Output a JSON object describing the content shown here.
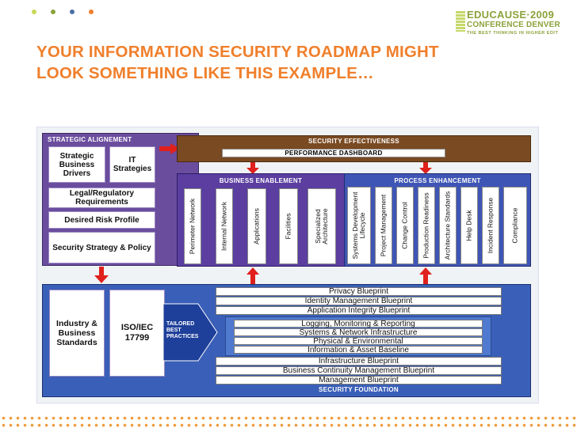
{
  "header": {
    "title": "YOUR INFORMATION SECURITY ROADMAP MIGHT LOOK SOMETHING LIKE THIS EXAMPLE…",
    "dot_colors": [
      "#c8d85a",
      "#8ba23a",
      "#4a6fa5",
      "#f07f2b"
    ]
  },
  "logo": {
    "name": "EDUCAUSE",
    "year": "2009",
    "event": "CONFERENCE",
    "city": "DENVER",
    "tagline": "THE BEST THINKING IN HIGHER EDIT"
  },
  "diagram": {
    "strategic": {
      "header": "STRATEGIC ALIGNEMENT",
      "drivers": "Strategic Business Drivers",
      "it": "IT Strategies",
      "legal": "Legal/Regulatory Requirements",
      "risk": "Desired Risk Profile",
      "policy": "Security Strategy & Policy"
    },
    "effectiveness": {
      "header": "SECURITY EFFECTIVENESS",
      "dashboard": "PERFORMANCE DASHBOARD"
    },
    "business": {
      "header": "BUSINESS ENABLEMENT",
      "items": [
        "Perimeter Network",
        "Internal Network",
        "Applications",
        "Facilities",
        "Specialized Architecture"
      ]
    },
    "process": {
      "header": "PROCESS ENHANCEMENT",
      "items": [
        "Systems Development Lifecycle",
        "Project Management",
        "Change Control",
        "Production Readiness",
        "Architecture Standards",
        "Help Desk",
        "Incident Response",
        "Compliance"
      ]
    },
    "foundation": {
      "header": "SECURITY FOUNDATION",
      "industry": "Industry & Business Standards",
      "iso": "ISO/IEC 17799",
      "tailored": "TAILORED BEST PRACTICES",
      "blueprints": [
        "Privacy Blueprint",
        "Identity Management Blueprint",
        "Application Integrity Blueprint",
        "Logging, Monitoring & Reporting",
        "Systems & Network Infrastructure",
        "Physical & Environmental",
        "Information & Asset Baseline",
        "Infrastructure Blueprint",
        "Business Continuity Management Blueprint",
        "Management Blueprint"
      ]
    },
    "colors": {
      "arrow": "#e0201c",
      "strategic": "#6b4d9e",
      "effectiveness": "#7a4a22",
      "business": "#5b3ea0",
      "process": "#3f55b5",
      "foundation": "#3a5fb8"
    }
  }
}
